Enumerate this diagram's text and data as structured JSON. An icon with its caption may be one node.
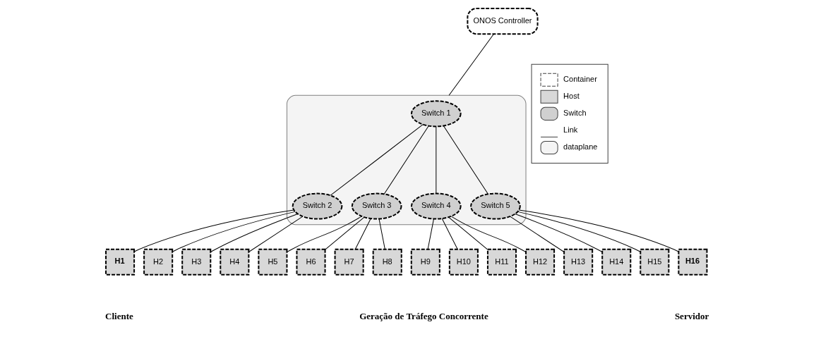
{
  "diagram": {
    "nodes": [
      {
        "text": [
          "ONOS Controller"
        ]
      },
      {
        "text": [],
        "shape": "box"
      },
      {
        "text": [
          "Switch 1"
        ],
        "in": 1
      },
      {
        "text": [
          "Switch 2"
        ],
        "in": 1
      },
      {
        "text": [
          "Switch 3"
        ],
        "in": 1
      },
      {
        "text": [
          "Switch 4"
        ],
        "in": 1
      },
      {
        "text": [
          "Switch 5"
        ],
        "in": 1
      },
      {
        "text": [
          "H1"
        ]
      },
      {
        "text": [
          "H2"
        ]
      },
      {
        "text": [
          "H3"
        ]
      },
      {
        "text": [
          "H4"
        ]
      },
      {
        "text": [
          "H5"
        ]
      },
      {
        "text": [
          "H6"
        ]
      },
      {
        "text": [
          "H7"
        ]
      },
      {
        "text": [
          "H8"
        ]
      },
      {
        "text": [
          "H9"
        ]
      },
      {
        "text": [
          "H10"
        ]
      },
      {
        "text": [
          "H11"
        ]
      },
      {
        "text": [
          "H12"
        ]
      },
      {
        "text": [
          "H13"
        ]
      },
      {
        "text": [
          "H14"
        ]
      },
      {
        "text": [
          "H15"
        ]
      },
      {
        "text": [
          "H16"
        ]
      }
    ],
    "edges": [
      {
        "from": 0,
        "to": 1,
        "arrow": "none"
      },
      {
        "from": 2,
        "to": 3,
        "arrow": "none"
      },
      {
        "from": 2,
        "to": 4,
        "arrow": "none"
      },
      {
        "from": 2,
        "to": 5,
        "arrow": "none"
      },
      {
        "from": 2,
        "to": 6,
        "arrow": "none"
      },
      {
        "from": 3,
        "to": 7,
        "arrow": "none"
      },
      {
        "from": 3,
        "to": 8,
        "arrow": "none"
      },
      {
        "from": 3,
        "to": 9,
        "arrow": "none"
      },
      {
        "from": 3,
        "to": 10,
        "arrow": "none"
      },
      {
        "from": 4,
        "to": 11,
        "arrow": "none"
      },
      {
        "from": 4,
        "to": 12,
        "arrow": "none"
      },
      {
        "from": 4,
        "to": 13,
        "arrow": "none"
      },
      {
        "from": 4,
        "to": 14,
        "arrow": "none"
      },
      {
        "from": 5,
        "to": 15,
        "arrow": "none"
      },
      {
        "from": 5,
        "to": 16,
        "arrow": "none"
      },
      {
        "from": 5,
        "to": 17,
        "arrow": "none"
      },
      {
        "from": 5,
        "to": 18,
        "arrow": "none"
      },
      {
        "from": 6,
        "to": 19,
        "arrow": "none"
      },
      {
        "from": 6,
        "to": 20,
        "arrow": "none"
      },
      {
        "from": 6,
        "to": 21,
        "arrow": "none"
      },
      {
        "from": 6,
        "to": 22,
        "arrow": "none"
      }
    ],
    "labels": [
      "Cliente",
      "Geração de Tráfego Concorrente",
      "Servidor"
    ],
    "legend": [
      {
        "text": "Container"
      },
      {
        "text": "Host"
      },
      {
        "text": "Switch"
      },
      {
        "text": "Link"
      },
      {
        "text": "dataplane"
      }
    ]
  }
}
